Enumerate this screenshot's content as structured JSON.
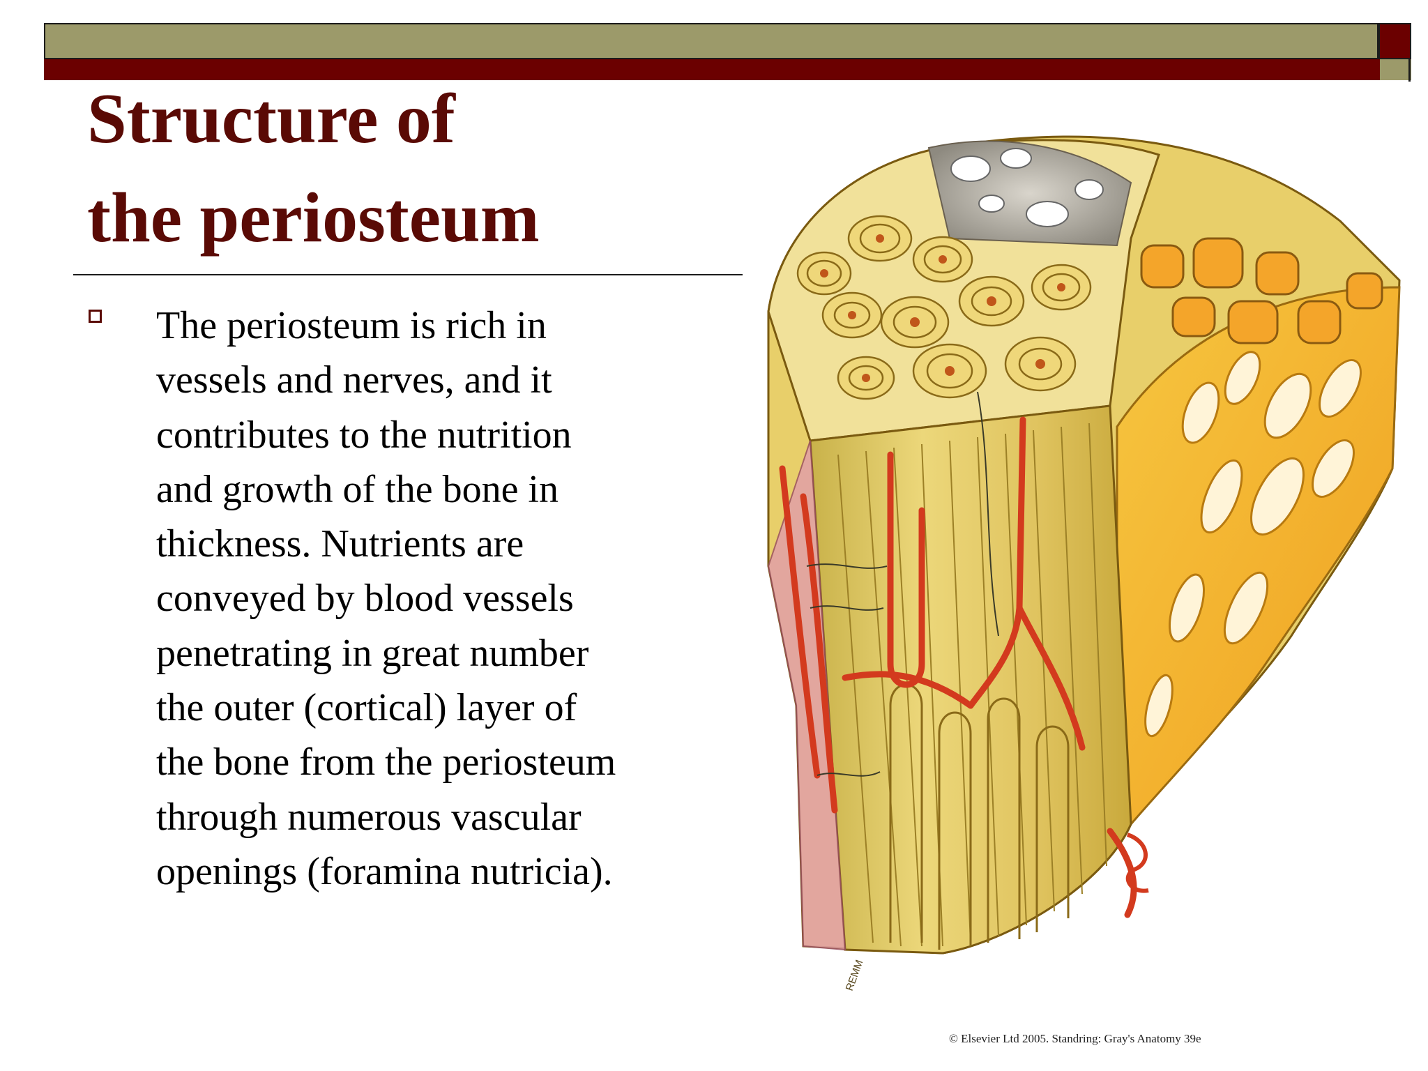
{
  "slide": {
    "title_lines": [
      "Structure of",
      "the periosteum"
    ],
    "body_lines": [
      "The periosteum is rich in",
      "vessels and nerves, and it",
      "contributes to the nutrition",
      "and growth of the bone in",
      "thickness. Nutrients are",
      "conveyed by blood vessels",
      "penetrating in great number",
      "the outer (cortical) layer of",
      "the bone from the periosteum",
      "through numerous vascular",
      "openings (foramina nutricia)."
    ],
    "illustration_signature": "REMM",
    "copyright": "© Elsevier Ltd 2005. Standring: Gray's Anatomy 39e"
  },
  "colors": {
    "olive": "#9c9a6a",
    "maroon": "#6b0000",
    "title": "#5a0a05"
  }
}
